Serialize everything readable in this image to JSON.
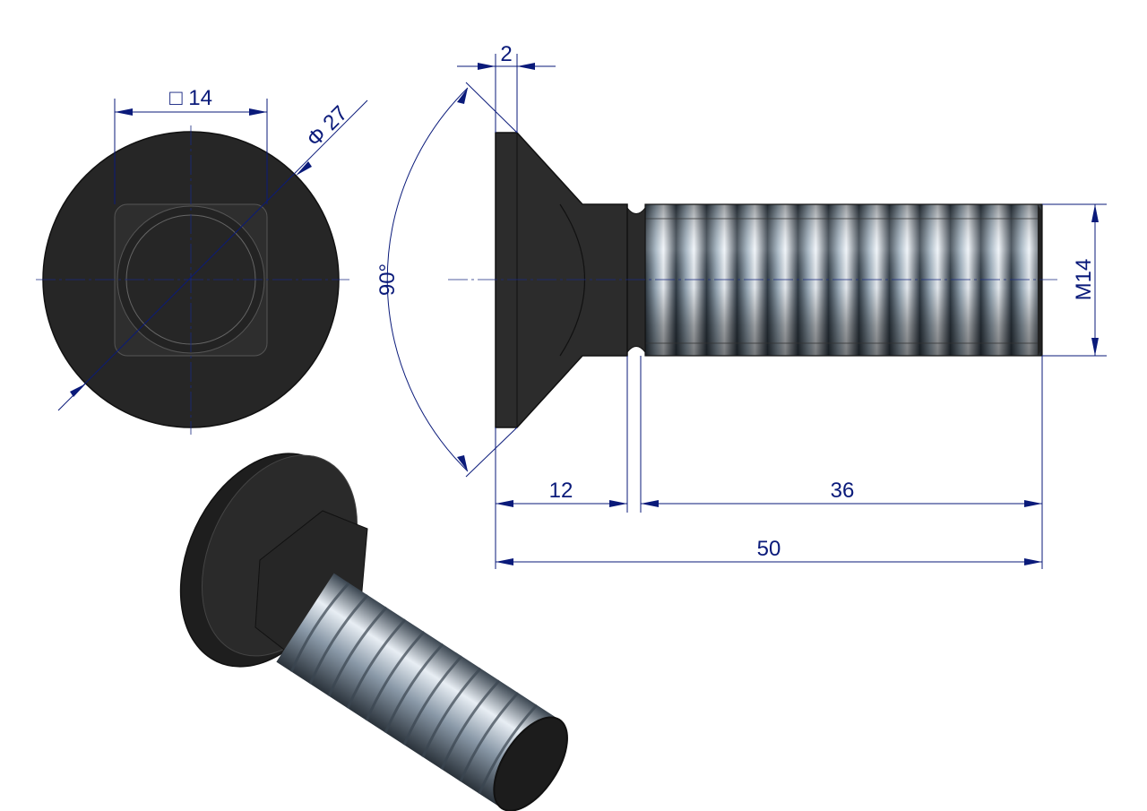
{
  "dimensions": {
    "square_size": "□ 14",
    "head_diameter": "Φ 27",
    "head_edge": "2",
    "countersink_angle": "90°",
    "thread": "M14",
    "neck_length": "12",
    "thread_length": "36",
    "total_length": "50"
  },
  "colors": {
    "dimension": "#0a1a7a",
    "body": "#2a2a2a",
    "thread_light": "#dfe8f0",
    "thread_dark": "#2f3a44"
  }
}
